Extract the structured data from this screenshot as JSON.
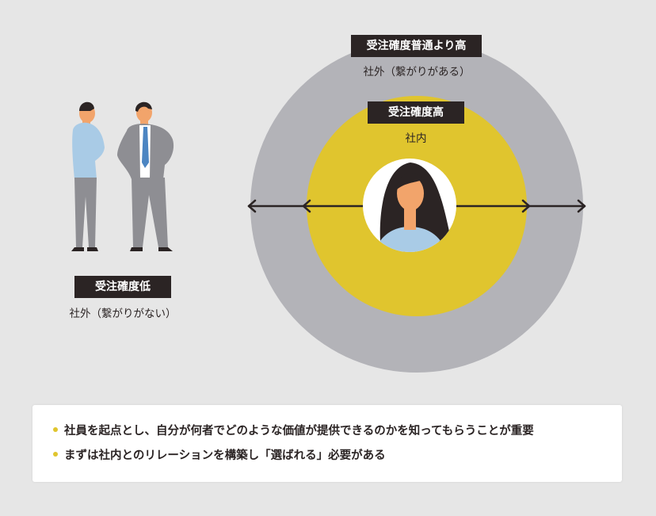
{
  "outer_ring": {
    "tag": "受注確度普通より高",
    "sub": "社外（繋がりがある）",
    "color": "#b3b3b8"
  },
  "inner_ring": {
    "tag": "受注確度高",
    "sub": "社内",
    "color": "#e0c52e"
  },
  "center_person": {
    "icon": "woman-avatar-icon",
    "bg": "#ffffff"
  },
  "left_group": {
    "tag": "受注確度低",
    "sub": "社外（繋がりがない）",
    "icon": "businessmen-icon"
  },
  "notes": [
    "社員を起点とし、自分が何者でどのような価値が提供できるのかを知ってもらうことが重要",
    "まずは社内とのリレーションを構築し「選ばれる」必要がある"
  ],
  "colors": {
    "background": "#e6e6e6",
    "dark": "#2b2424",
    "accent": "#e0c52e"
  }
}
